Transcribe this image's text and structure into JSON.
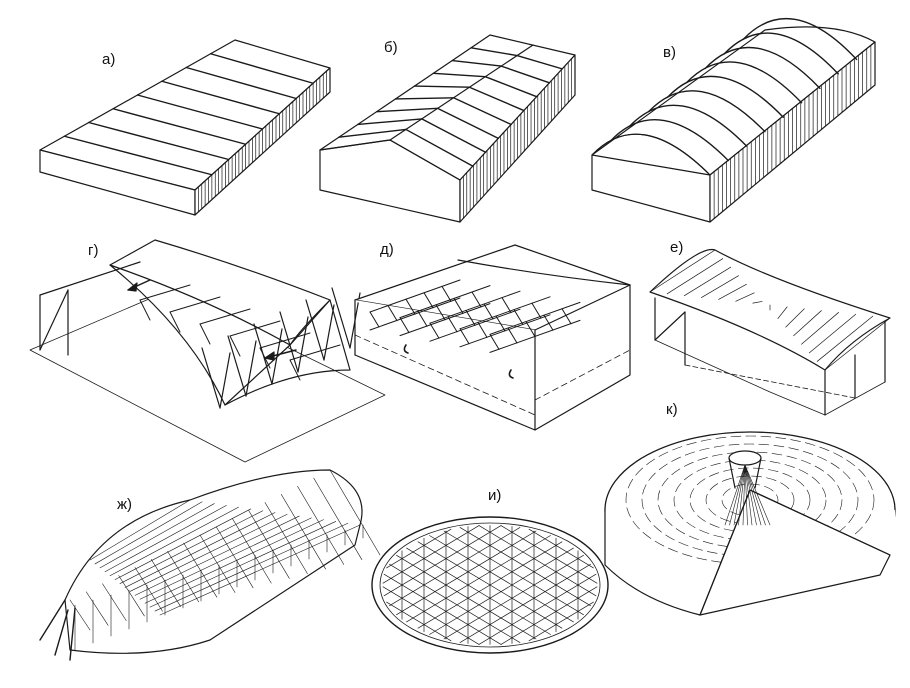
{
  "figure": {
    "labels": {
      "a": "а)",
      "b": "б)",
      "v": "в)",
      "g": "г)",
      "d": "д)",
      "e": "е)",
      "zh": "ж)",
      "i": "и)",
      "k": "к)"
    },
    "colors": {
      "ink": "#1a1a1a",
      "paper": "#ffffff"
    }
  }
}
